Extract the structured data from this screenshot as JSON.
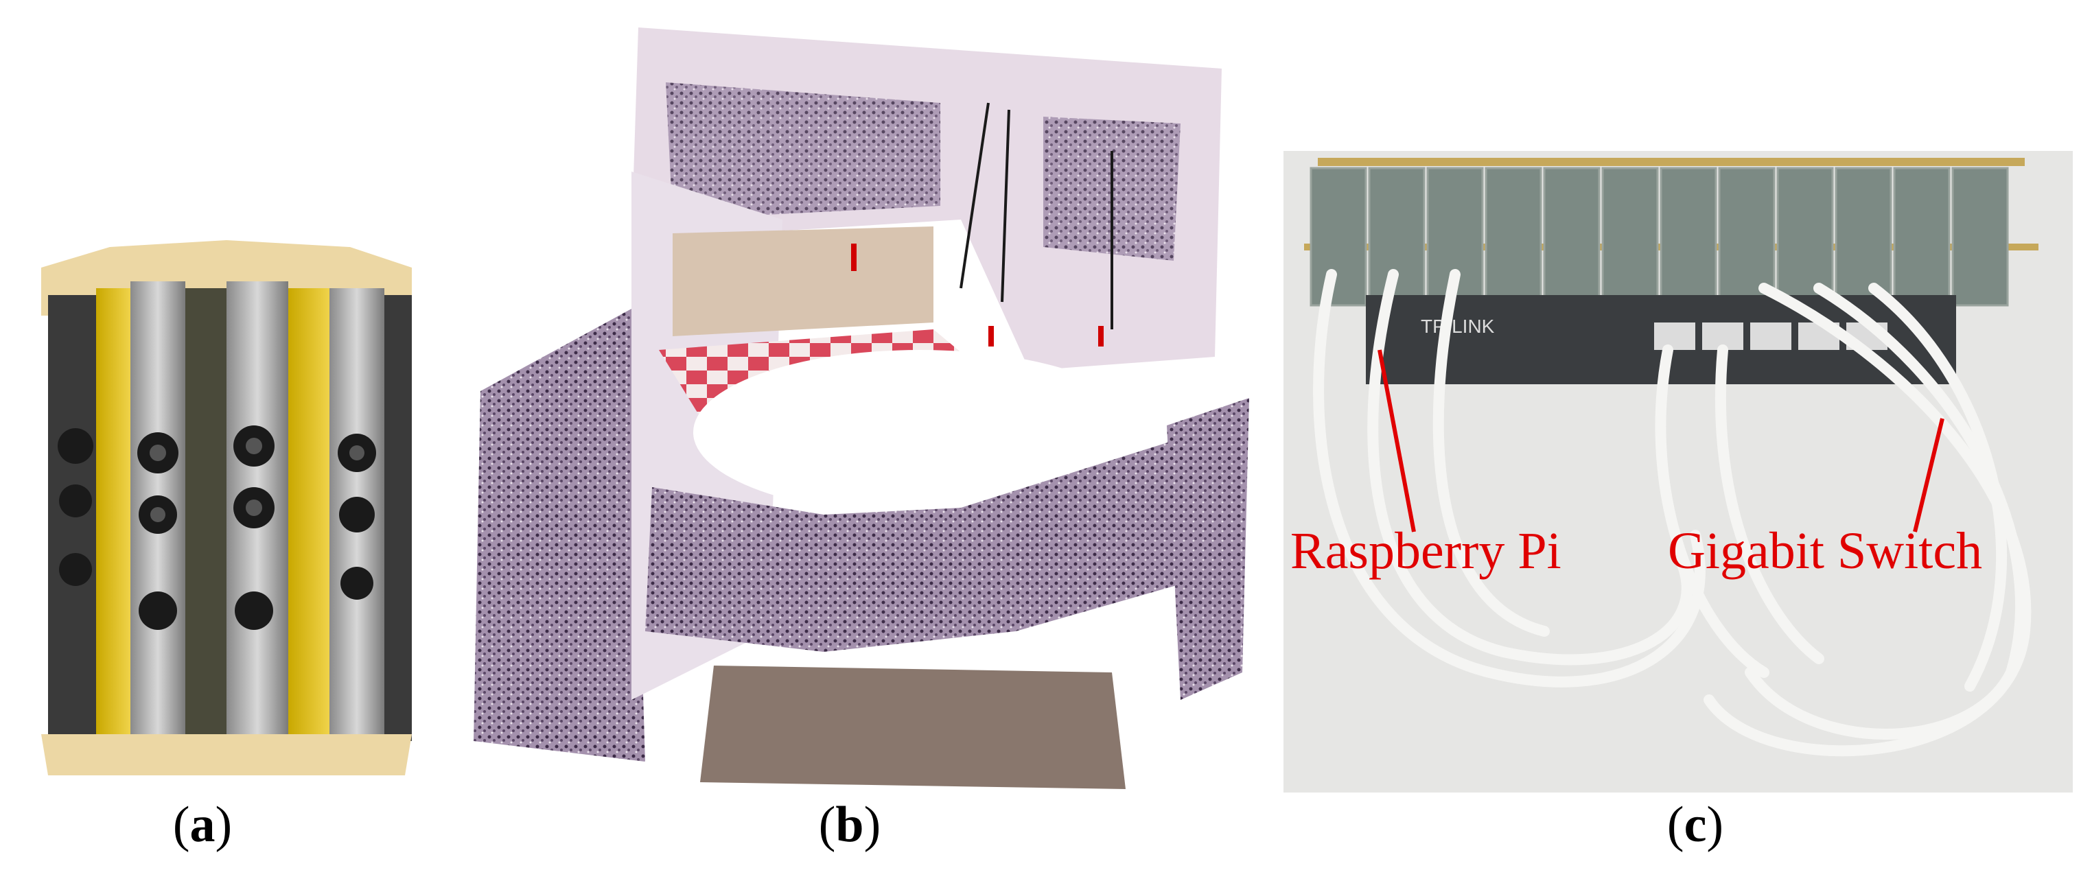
{
  "captions": {
    "a": "a",
    "b": "b",
    "c": "c"
  },
  "annotations": {
    "raspberry_pi": "Raspberry Pi",
    "gigabit_switch": "Gigabit Switch"
  },
  "switch_brand_label": "TP-LINK",
  "colors": {
    "annotation": "#e00000",
    "cable": "#f2f2f0",
    "wall_texture": "#5d4a68",
    "checker_red": "#d9475a",
    "camera_frame": "#e9d4a0"
  }
}
